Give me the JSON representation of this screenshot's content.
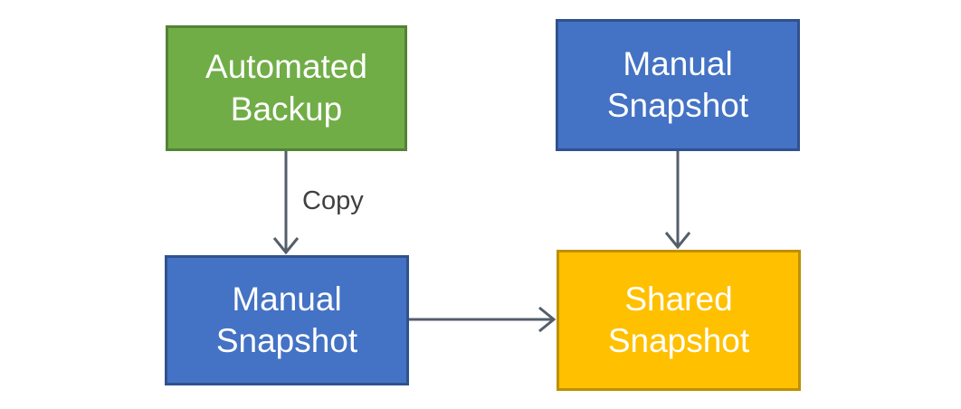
{
  "canvas": {
    "background": "#FFFFFF"
  },
  "colors": {
    "green_fill": "#70AD47",
    "green_border": "#548235",
    "blue_fill": "#4472C4",
    "blue_border": "#2F528F",
    "orange_fill": "#FFC000",
    "orange_border": "#BF9000",
    "arrow": "#545E6B",
    "edge_label_text": "#404040",
    "node_text": "#FFFFFF"
  },
  "nodes": [
    {
      "id": "automated-backup",
      "label": "Automated Backup",
      "fill": "#70AD47",
      "border": "#548235"
    },
    {
      "id": "manual-snapshot-top",
      "label": "Manual Snapshot",
      "fill": "#4472C4",
      "border": "#2F528F"
    },
    {
      "id": "manual-snapshot-bottom",
      "label": "Manual Snapshot",
      "fill": "#4472C4",
      "border": "#2F528F"
    },
    {
      "id": "shared-snapshot",
      "label": "Shared Snapshot",
      "fill": "#FFC000",
      "border": "#BF9000"
    }
  ],
  "edges": [
    {
      "id": "copy-arrow",
      "from": "automated-backup",
      "to": "manual-snapshot-bottom",
      "label": "Copy"
    },
    {
      "id": "manual-top-to-shared-arrow",
      "from": "manual-snapshot-top",
      "to": "shared-snapshot",
      "label": ""
    },
    {
      "id": "manual-bottom-to-shared-arrow",
      "from": "manual-snapshot-bottom",
      "to": "shared-snapshot",
      "label": ""
    }
  ]
}
